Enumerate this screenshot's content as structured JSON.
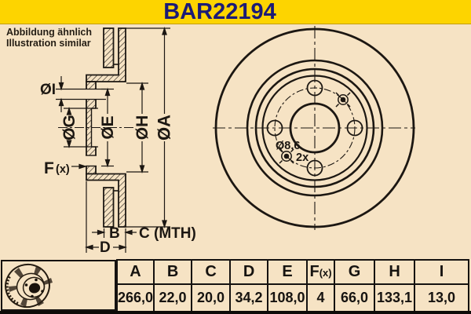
{
  "banner": {
    "title": "BAR22194"
  },
  "note": {
    "line1": "Abbildung ähnlich",
    "line2": "Illustration similar"
  },
  "section_view": {
    "dim_i": "ØI",
    "dim_g": "ØG",
    "dim_e": "ØE",
    "dim_h": "ØH",
    "dim_a": "ØA",
    "dim_f_main": "F",
    "dim_f_suffix": "(x)",
    "dim_b": "B",
    "dim_c": "C (MTH)",
    "dim_d": "D"
  },
  "front_view": {
    "hole_diameter": "Ø8,6",
    "hole_count": "2x"
  },
  "table": {
    "headers": {
      "a": "A",
      "b": "B",
      "c": "C",
      "d": "D",
      "e": "E",
      "f_main": "F",
      "f_suffix": "(x)",
      "g": "G",
      "h": "H",
      "i": "I"
    },
    "values": {
      "a": "266,0",
      "b": "22,0",
      "c": "20,0",
      "d": "34,2",
      "e": "108,0",
      "f": "4",
      "g": "66,0",
      "h": "133,1",
      "i": "13,0"
    }
  },
  "colors": {
    "banner_yellow": "#fdd400",
    "title_navy": "#1b1b76",
    "background_tan": "#f6e3c4",
    "line_dark": "#1c1712"
  }
}
